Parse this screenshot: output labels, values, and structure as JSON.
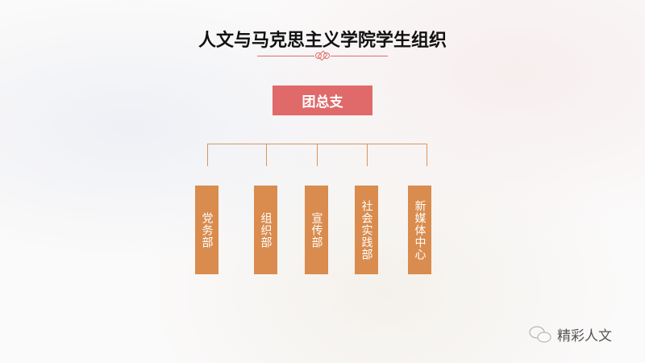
{
  "title": "人文与马克思主义学院学生组织",
  "root": "团总支",
  "departments": [
    "党务部",
    "组织部",
    "宣传部",
    "社会实践部",
    "新媒体中心"
  ],
  "watermark": "精彩人文",
  "colors": {
    "root": "#e06a6a",
    "dept": "#d98c4e",
    "line": "#d9955a"
  }
}
